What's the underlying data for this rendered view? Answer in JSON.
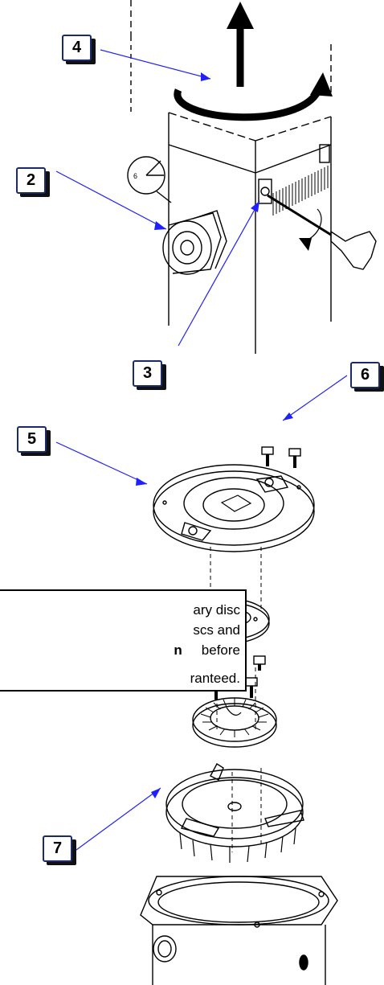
{
  "callouts": [
    "4",
    "2",
    "3",
    "6",
    "5",
    "7"
  ],
  "note": {
    "line1": "ary disc",
    "line2": "scs and",
    "line3_bold": "n",
    "line3_rest": "before",
    "line4": "ranteed."
  },
  "colors": {
    "arrow": "#2020ff",
    "line": "#000000",
    "callout_border": "#1a2a6a"
  }
}
